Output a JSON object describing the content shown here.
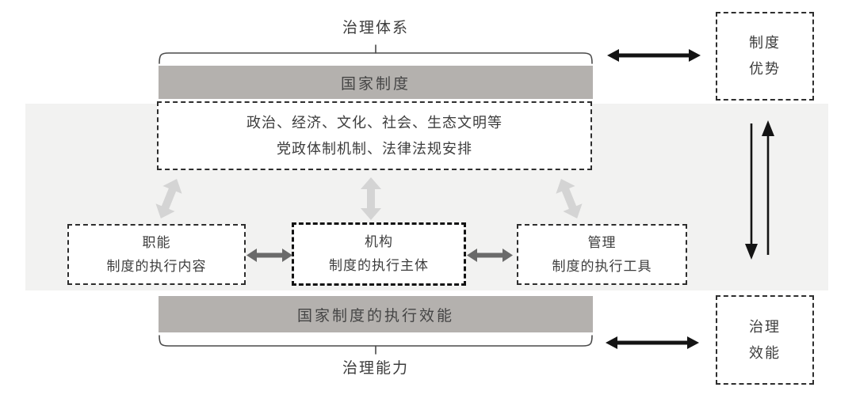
{
  "top_section": {
    "bracket_label": "治理体系",
    "bar_label": "国家制度"
  },
  "system_box": {
    "line1": "政治、经济、文化、社会、生态文明等",
    "line2": "党政体制机制、法律法规安排"
  },
  "middle_row": {
    "left_box": {
      "line1": "职能",
      "line2": "制度的执行内容"
    },
    "center_box": {
      "line1": "机构",
      "line2": "制度的执行主体"
    },
    "right_box": {
      "line1": "管理",
      "line2": "制度的执行工具"
    }
  },
  "bottom_section": {
    "bar_label": "国家制度的执行效能",
    "bracket_label": "治理能力"
  },
  "right_panel": {
    "top_box": {
      "line1": "制度",
      "line2": "优势"
    },
    "bottom_box": {
      "line1": "治理",
      "line2": "效能"
    }
  },
  "colors": {
    "band_background": "#f2f2f1",
    "bar_fill": "#b4b1ae",
    "light_gray_arrow": "#d4d4d4",
    "mid_gray_arrow": "#6a6a6a",
    "black_arrow": "#141414",
    "dashed_border": "#2e2e2e",
    "text": "#3d3d3d"
  }
}
